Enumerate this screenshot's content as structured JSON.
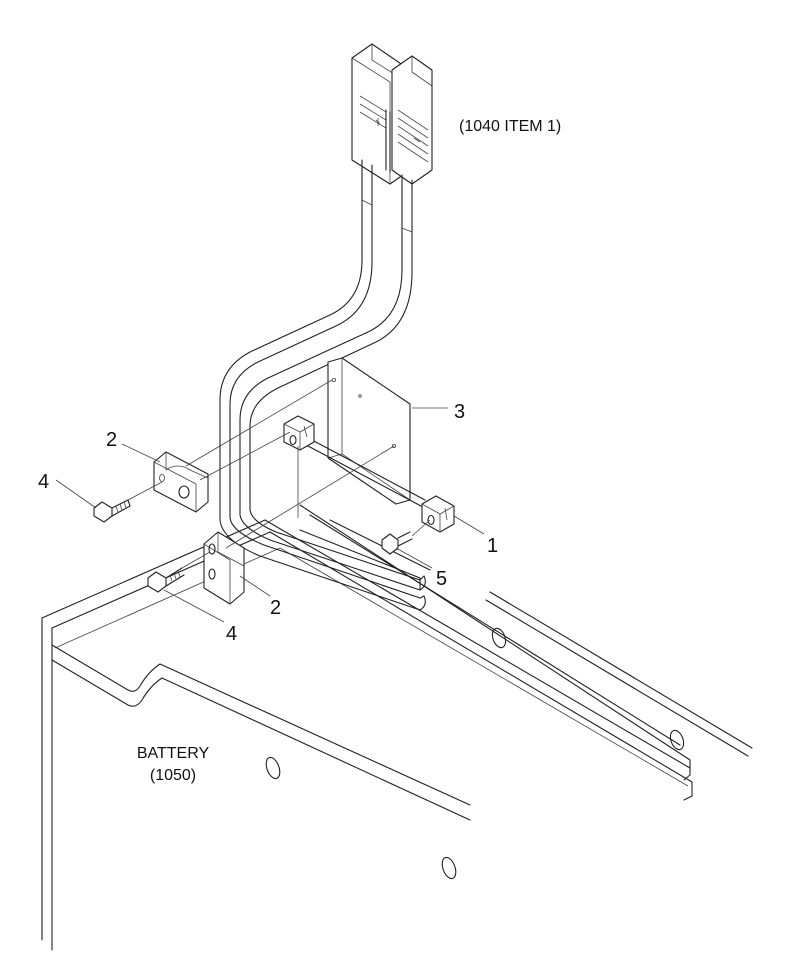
{
  "callouts": {
    "reference": "(1040 ITEM 1)",
    "item_1": "1",
    "item_2_upper": "2",
    "item_2_lower": "2",
    "item_3": "3",
    "item_4_upper": "4",
    "item_4_lower": "4",
    "item_5": "5",
    "battery_name": "BATTERY",
    "battery_ref": "(1050)"
  }
}
